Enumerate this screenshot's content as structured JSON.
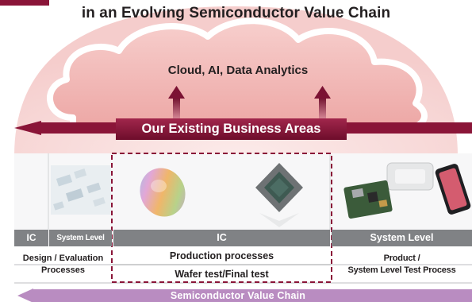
{
  "title": "in an Evolving Semiconductor Value Chain",
  "cloud": {
    "label": "Cloud, AI, Data Analytics"
  },
  "existing_business": {
    "label": "Our Existing Business Areas"
  },
  "columns": {
    "design": {
      "header_ic": "IC",
      "header_system": "System Level",
      "description": "Design / Evaluation\nProcesses"
    },
    "production": {
      "header": "IC",
      "row1": "Production processes",
      "row2": "Wafer test/Final test"
    },
    "product": {
      "header": "System Level",
      "description": "Product /\nSystem Level Test Process"
    }
  },
  "value_chain": {
    "label": "Semiconductor Value Chain"
  },
  "colors": {
    "brand_maroon": "#8a1538",
    "cloud_pink": "#f2b5b3",
    "arc_pink": "#f6d3d3",
    "header_gray": "#808285",
    "value_chain_violet": "#b98cc1"
  }
}
